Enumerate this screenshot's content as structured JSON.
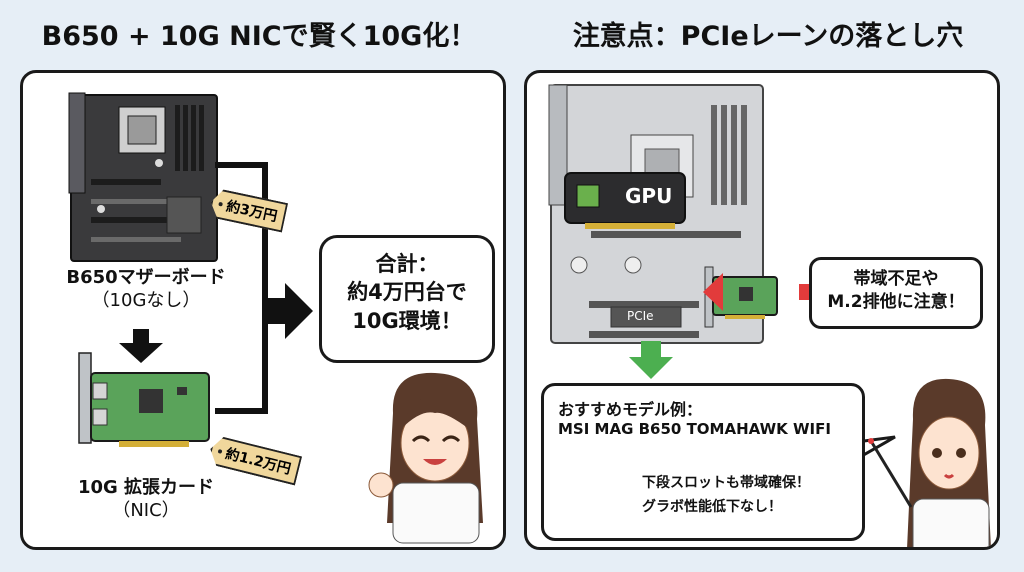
{
  "left": {
    "title": "B650 + 10G NICで賢く10G化！",
    "motherboard_label_1": "B650マザーボード",
    "motherboard_label_2": "（10Gなし）",
    "motherboard_price": "約3万円",
    "nic_label_1": "10G 拡張カード",
    "nic_label_2": "（NIC）",
    "nic_price": "約1.2万円",
    "total_lines": [
      "合計：",
      "約4万円台で",
      "10G環境！"
    ]
  },
  "right": {
    "title": "注意点：PCIeレーンの落とし穴",
    "gpu_label": "GPU",
    "pcie_label": "PCIe",
    "warning_lines": [
      "帯域不足や",
      "M.2排他に注意！"
    ],
    "recommend_title": "おすすめモデル例：",
    "recommend_model": "MSI MAG B650 TOMAHAWK WIFI",
    "recommend_notes": [
      "下段スロットも帯域確保！",
      "グラボ性能低下なし！"
    ]
  },
  "colors": {
    "background": "#e6eef6",
    "pcb_green": "#5aa35a",
    "arrow_red": "#e23b3b",
    "arrow_green": "#4caf50",
    "tag": "#f0d79c"
  }
}
